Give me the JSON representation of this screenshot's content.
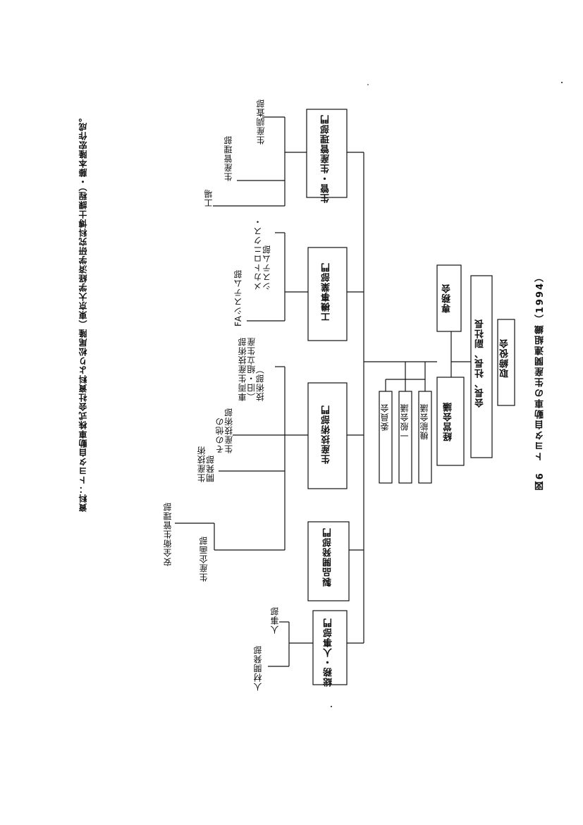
{
  "title": "図6　トヨタ自動車の生産関連組織（1994）",
  "source": "資料：トヨタ自動車株式会社資料より松尾隆（東京大学経済学研究科博士課程）・藤本隆宏作成。",
  "top": {
    "board": "取締役会",
    "executives": "会長、社長、副社長",
    "senmukai": "専務会",
    "keiei": "経営会議",
    "kinou": "機能会議",
    "ippan": "一般会議",
    "iinkai": "委員会"
  },
  "divisions": [
    {
      "name": "生管・生産管理部門",
      "subs": [
        "生産調査部",
        "生産管理部",
        "工場"
      ]
    },
    {
      "name": "工機事業部門",
      "subs": [
        "メカトロニクス・\nシステム部",
        "FAシステム部"
      ]
    },
    {
      "name": "生産技術部門",
      "subs": [
        "車両生産技術部\n（旧・組立生産\n技術部）",
        "その他の\n生産技術部",
        "生産技術\n開発部"
      ]
    },
    {
      "name": "製品開発部門",
      "subs": [
        "生産企画部",
        "安全衛生管理部"
      ]
    },
    {
      "name": "総務・人事部門",
      "subs": [
        "人事部",
        "人材開発部"
      ]
    }
  ]
}
